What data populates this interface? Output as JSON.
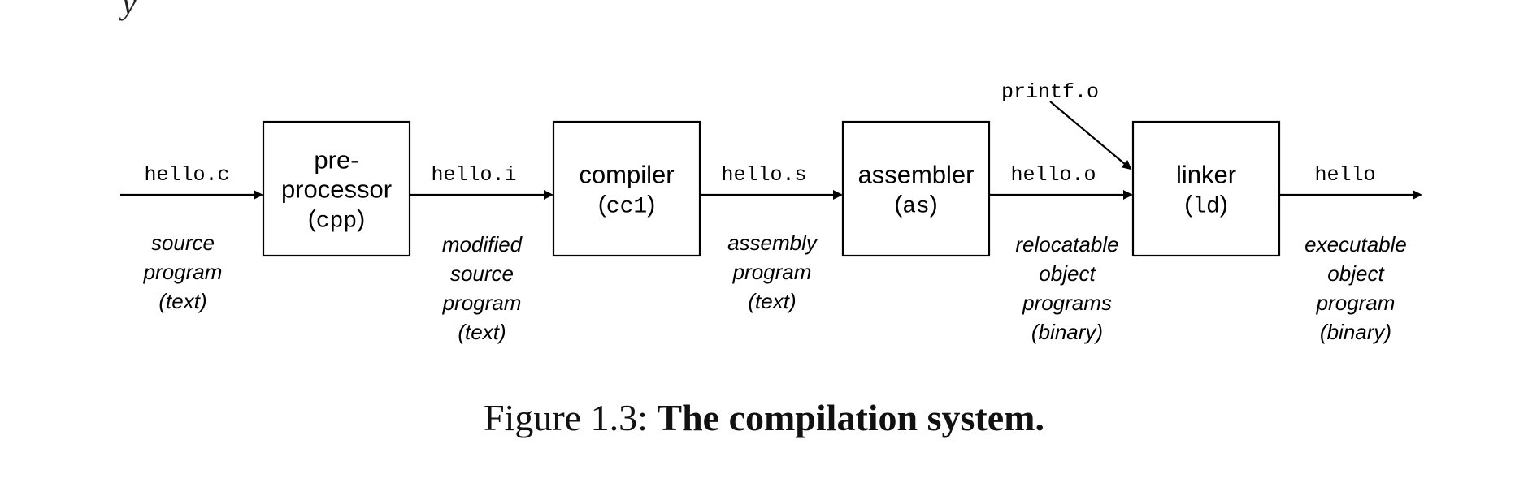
{
  "top_fragment": "y",
  "stages": [
    {
      "title_lines": [
        "pre-",
        "processor"
      ],
      "tool": "cpp"
    },
    {
      "title_lines": [
        "compiler"
      ],
      "tool": "cc1"
    },
    {
      "title_lines": [
        "assembler"
      ],
      "tool": "as"
    },
    {
      "title_lines": [
        "linker"
      ],
      "tool": "ld"
    }
  ],
  "files": [
    "hello.c",
    "hello.i",
    "hello.s",
    "hello.o",
    "hello"
  ],
  "descriptions": [
    [
      "source",
      "program",
      "(text)"
    ],
    [
      "modified",
      "source",
      "program",
      "(text)"
    ],
    [
      "assembly",
      "program",
      "(text)"
    ],
    [
      "relocatable",
      "object",
      "programs",
      "(binary)"
    ],
    [
      "executable",
      "object",
      "program",
      "(binary)"
    ]
  ],
  "side_input": "printf.o",
  "caption": {
    "prefix": "Figure 1.3:",
    "title": "The compilation system."
  }
}
